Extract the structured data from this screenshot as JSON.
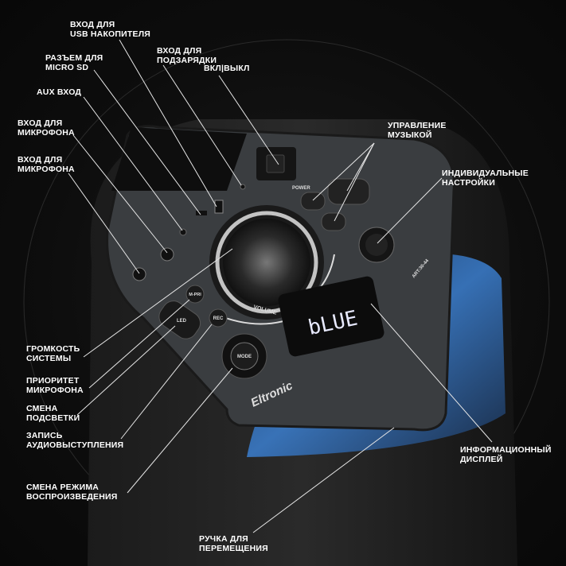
{
  "labels": {
    "usb": [
      "ВХОД ДЛЯ",
      "USB НАКОПИТЕЛЯ"
    ],
    "microsd": [
      "РАЗЪЕМ ДЛЯ",
      "MICRO SD"
    ],
    "charge": [
      "ВХОД ДЛЯ",
      "ПОДЗАРЯДКИ"
    ],
    "power": [
      "ВКЛ|ВЫКЛ"
    ],
    "aux": [
      "AUX ВХОД"
    ],
    "mic1": [
      "ВХОД ДЛЯ",
      "МИКРОФОНА"
    ],
    "mic2": [
      "ВХОД ДЛЯ",
      "МИКРОФОНА"
    ],
    "music": [
      "УПРАВЛЕНИЕ",
      "МУЗЫКОЙ"
    ],
    "settings": [
      "ИНДИВИДУАЛЬНЫЕ",
      "НАСТРОЙКИ"
    ],
    "volume": [
      "ГРОМКОСТЬ",
      "СИСТЕМЫ"
    ],
    "mic_priority": [
      "ПРИОРИТЕТ",
      "МИКРОФОНА"
    ],
    "light": [
      "СМЕНА",
      "ПОДСВЕТКИ"
    ],
    "record": [
      "ЗАПИСЬ",
      "АУДИОВЫСТУПЛЕНИЯ"
    ],
    "mode": [
      "СМЕНА РЕЖИМА",
      "ВОСПРОИЗВЕДЕНИЯ"
    ],
    "display": [
      "ИНФОРМАЦИОННЫЙ",
      "ДИСПЛЕЙ"
    ],
    "handle": [
      "РУЧКА ДЛЯ",
      "ПЕРЕМЕЩЕНИЯ"
    ]
  },
  "device": {
    "display_text": "bLUE",
    "volume_label": "VOLUME",
    "brand": "Eltronic",
    "model": "ART:30-44",
    "buttons": {
      "led": "LED",
      "mic_priority": "M-PRI",
      "rec": "REC",
      "mode": "MODE",
      "power": "POWER"
    }
  },
  "colors": {
    "accent_blue": "#3b7fd0",
    "background": "#0b0b0b",
    "panel": "#3a3d40"
  }
}
